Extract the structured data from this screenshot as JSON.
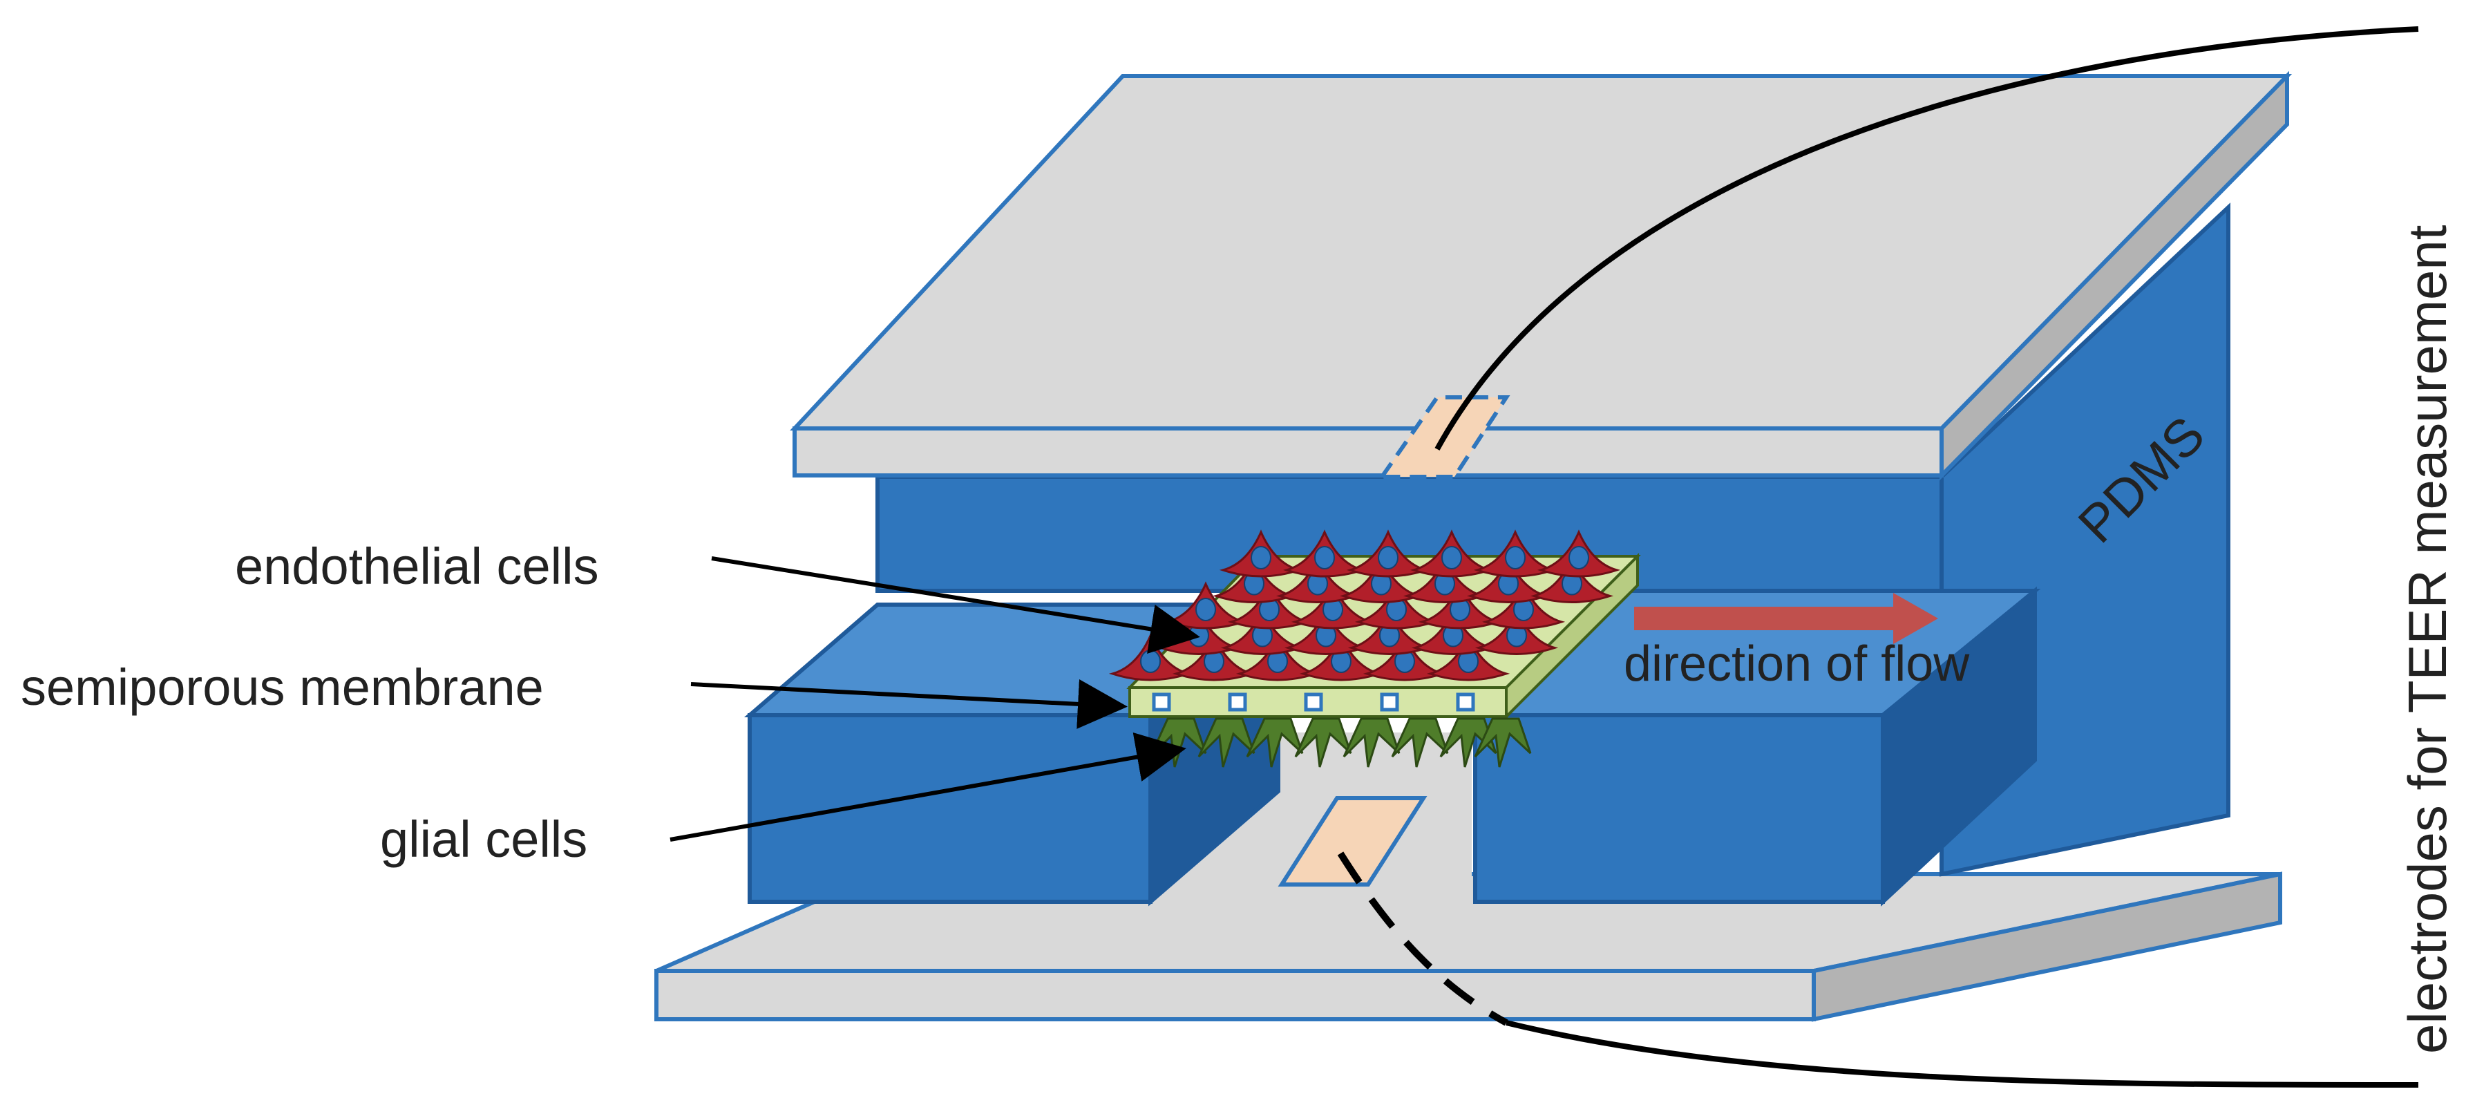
{
  "labels": {
    "endothelial": "endothelial cells",
    "membrane": "semiporous membrane",
    "glial": "glial cells",
    "flow": "direction of flow",
    "pdms": "PDMS",
    "electrodes": "electrodes for TEER measurement"
  },
  "colors": {
    "blue": "#2f76bd",
    "blue_light": "#4c8fd0",
    "blue_dark": "#1f5a9a",
    "grey": "#d9d9d9",
    "grey_dark": "#b3b3b3",
    "membrane": "#d6e6a8",
    "endothelial": "#b21f2a",
    "nucleus": "#2f76bd",
    "glial": "#4f7d2a",
    "flow_arrow": "#c0504d",
    "electrode": "#f6d5b7",
    "wire": "#000000"
  }
}
